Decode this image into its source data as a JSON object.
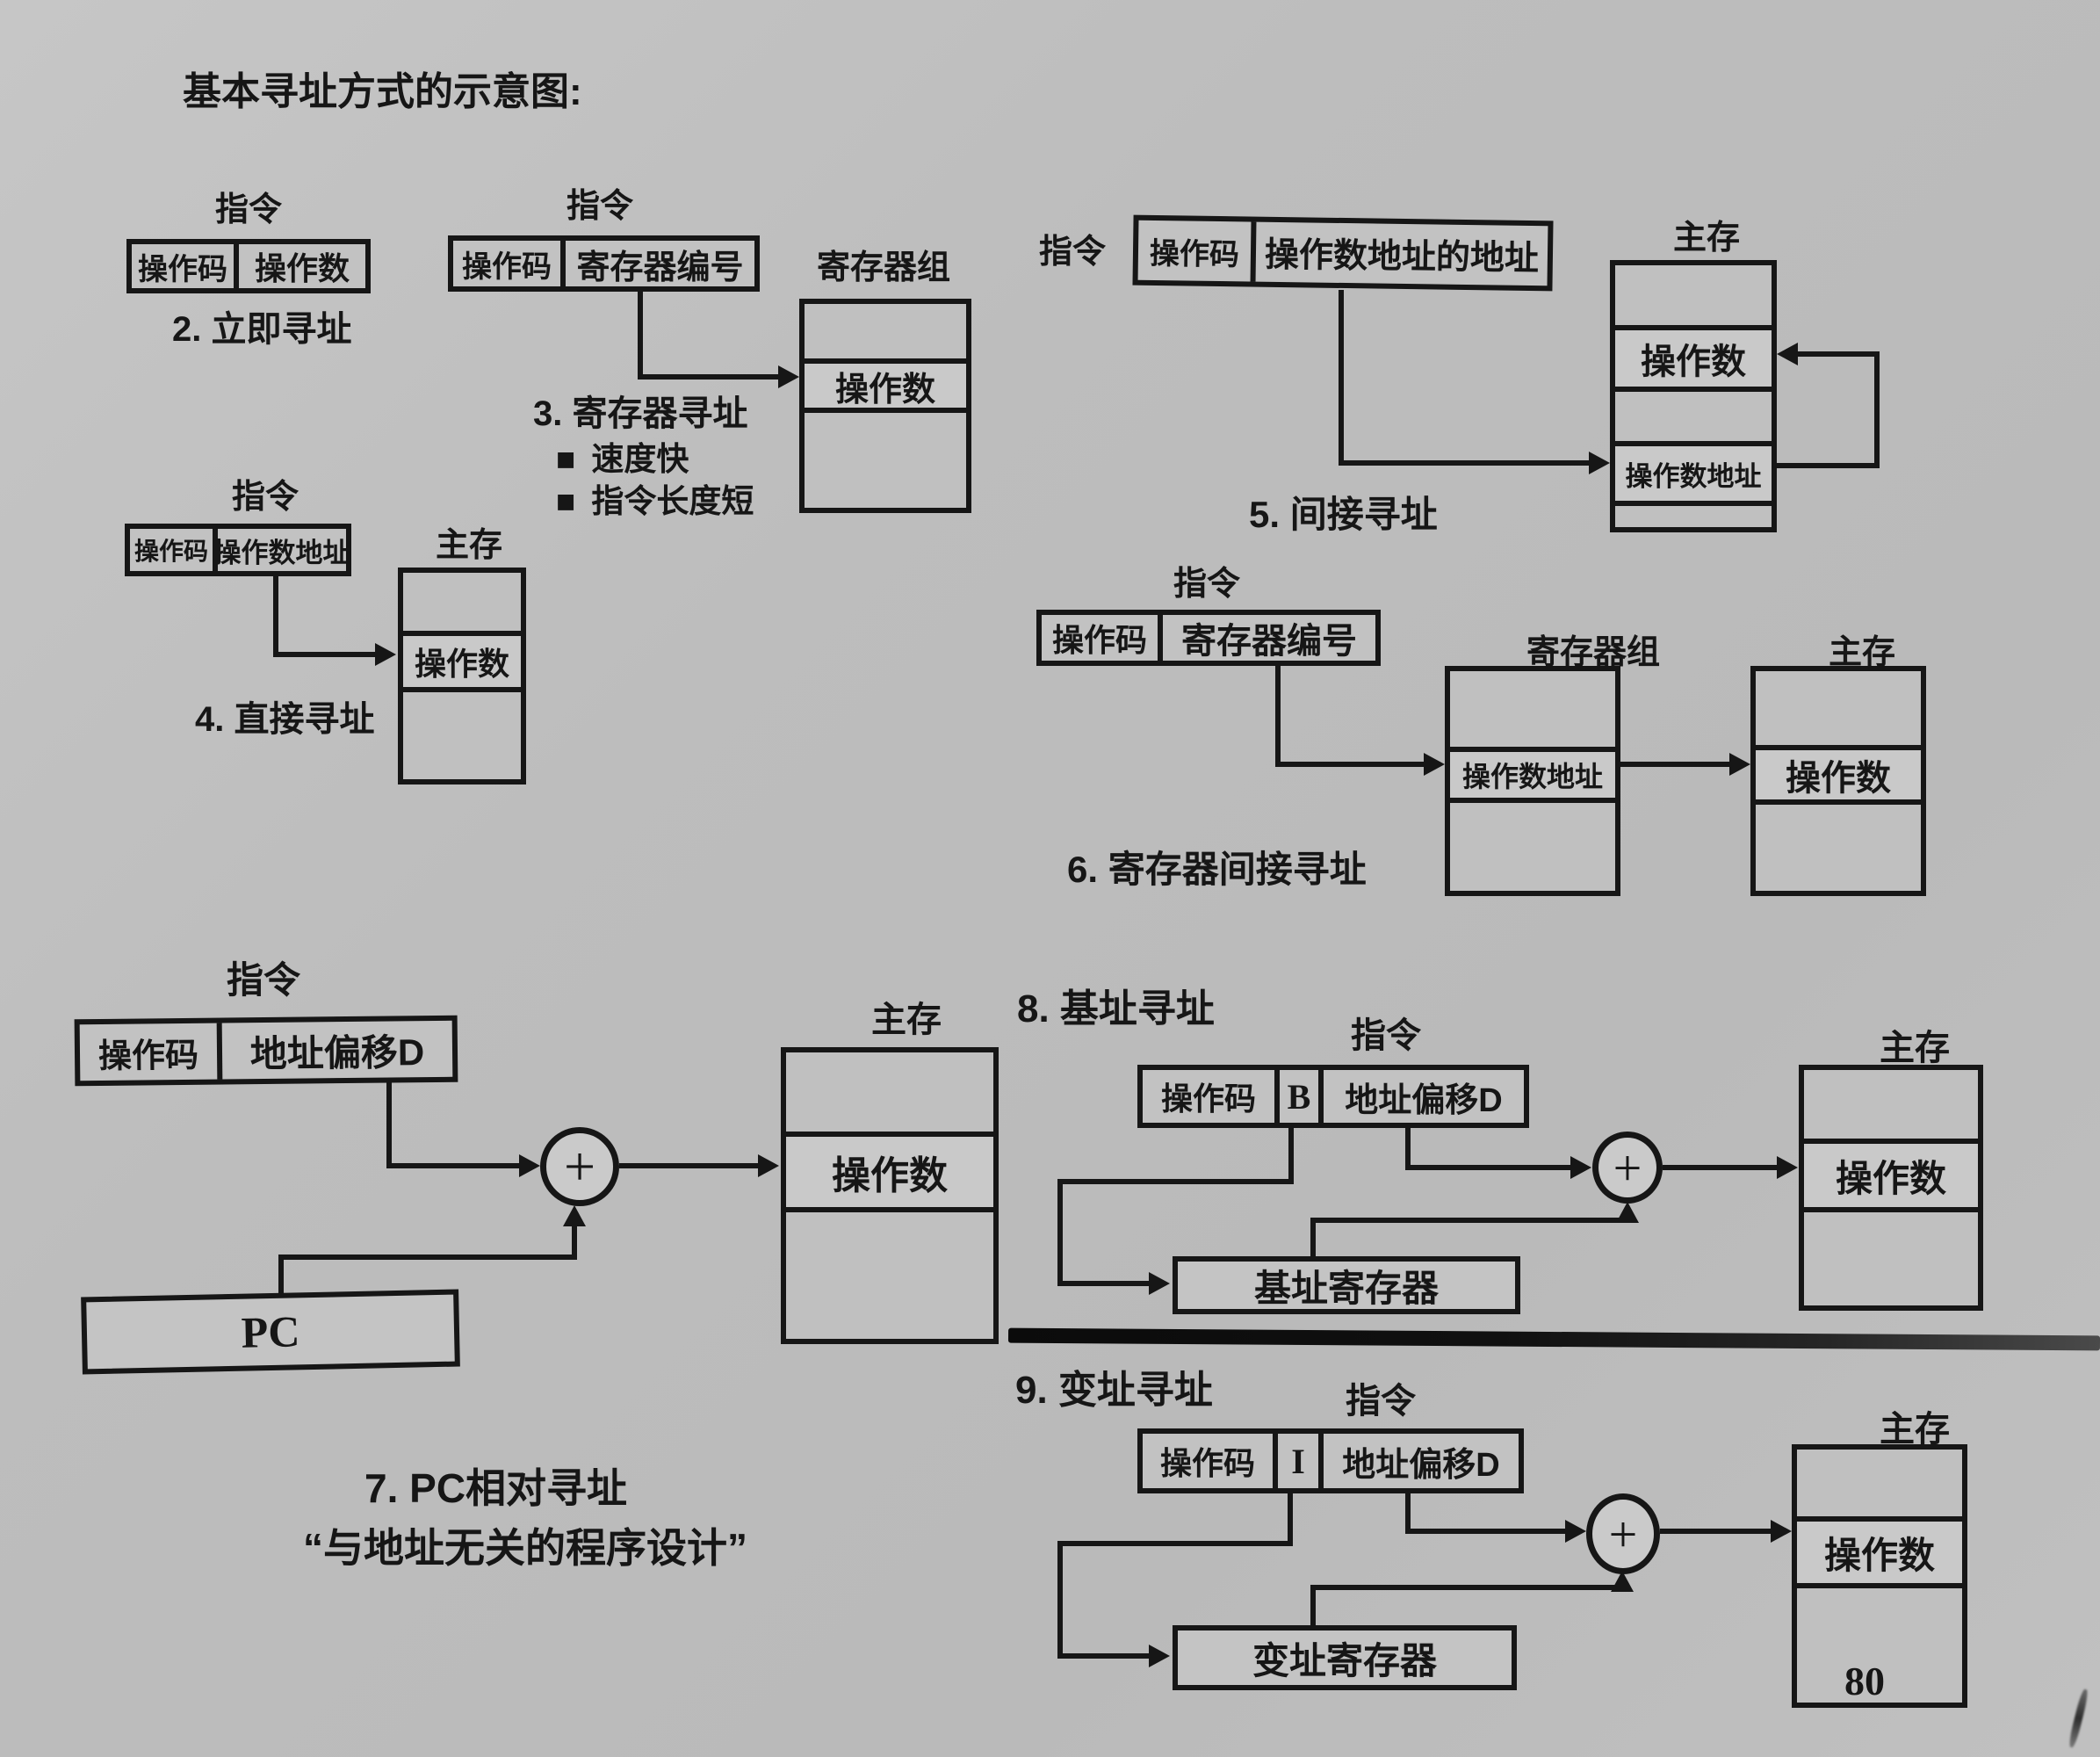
{
  "page": {
    "title": "基本寻址方式的示意图:",
    "page_number": "80"
  },
  "labels": {
    "instruction": "指令",
    "opcode": "操作码",
    "operand": "操作数",
    "operand_address": "操作数地址",
    "operand_address_of_address": "操作数地址的地址",
    "register_number": "寄存器编号",
    "register_file": "寄存器组",
    "main_memory": "主存",
    "address_offset": "地址偏移D",
    "base_register": "基址寄存器",
    "index_register": "变址寄存器",
    "pc": "PC",
    "base_flag": "B",
    "index_flag": "I",
    "plus": "+",
    "bullet": "■"
  },
  "diagrams": {
    "immediate": {
      "caption": "2. 立即寻址"
    },
    "register": {
      "caption": "3. 寄存器寻址",
      "bullets": [
        "速度快",
        "指令长度短"
      ]
    },
    "direct": {
      "caption": "4. 直接寻址"
    },
    "indirect": {
      "caption": "5. 间接寻址"
    },
    "register_indirect": {
      "caption": "6. 寄存器间接寻址"
    },
    "pc_relative": {
      "caption": "7. PC相对寻址",
      "note": "“与地址无关的程序设计”"
    },
    "base": {
      "caption": "8. 基址寻址"
    },
    "index": {
      "caption": "9. 变址寻址"
    }
  }
}
